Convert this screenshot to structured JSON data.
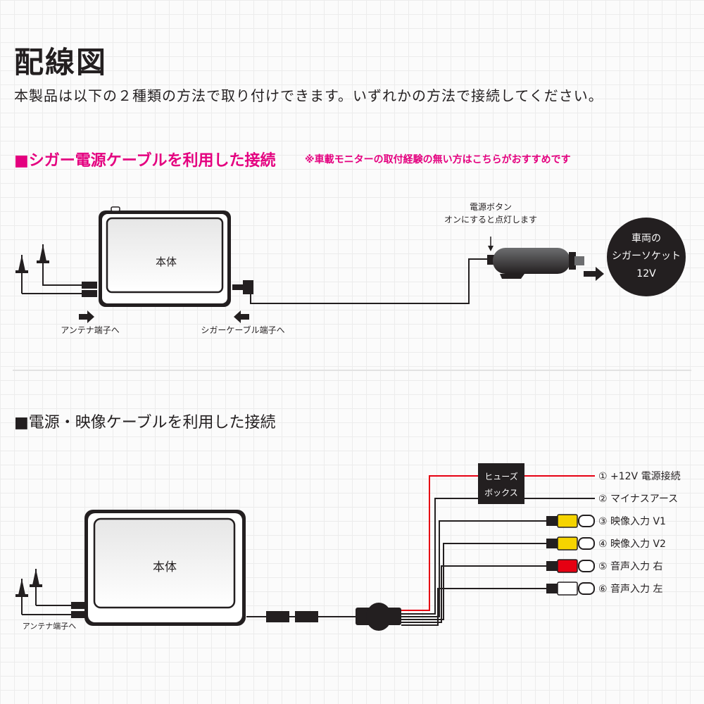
{
  "page": {
    "title": "配線図",
    "intro": "本製品は以下の２種類の方法で取り付けできます。いずれかの方法で接続してください。"
  },
  "section1": {
    "heading": "■シガー電源ケーブルを利用した接続",
    "note": "※車載モニターの取付経験の無い方はこちらがおすすめです",
    "unit_label": "本体",
    "antenna_label": "アンテナ端子へ",
    "cigar_cable_label": "シガーケーブル端子へ",
    "power_button_line1": "電源ボタン",
    "power_button_line2": "オンにすると点灯します",
    "socket_line1": "車両の",
    "socket_line2": "シガーソケット",
    "socket_line3": "12V"
  },
  "section2": {
    "heading": "■電源・映像ケーブルを利用した接続",
    "unit_label": "本体",
    "antenna_label": "アンテナ端子へ",
    "fuse_line1": "ヒューズ",
    "fuse_line2": "ボックス",
    "connections": [
      {
        "label": "① +12V 電源接続",
        "wire_color": "#e60012"
      },
      {
        "label": "② マイナスアース",
        "wire_color": "#231f20"
      },
      {
        "label": "③ 映像入力 V1",
        "plug_color": "#f5d400"
      },
      {
        "label": "④ 映像入力 V2",
        "plug_color": "#f5d400"
      },
      {
        "label": "⑤ 音声入力 右",
        "plug_color": "#e60012"
      },
      {
        "label": "⑥ 音声入力 左",
        "plug_color": "#ffffff"
      }
    ]
  }
}
